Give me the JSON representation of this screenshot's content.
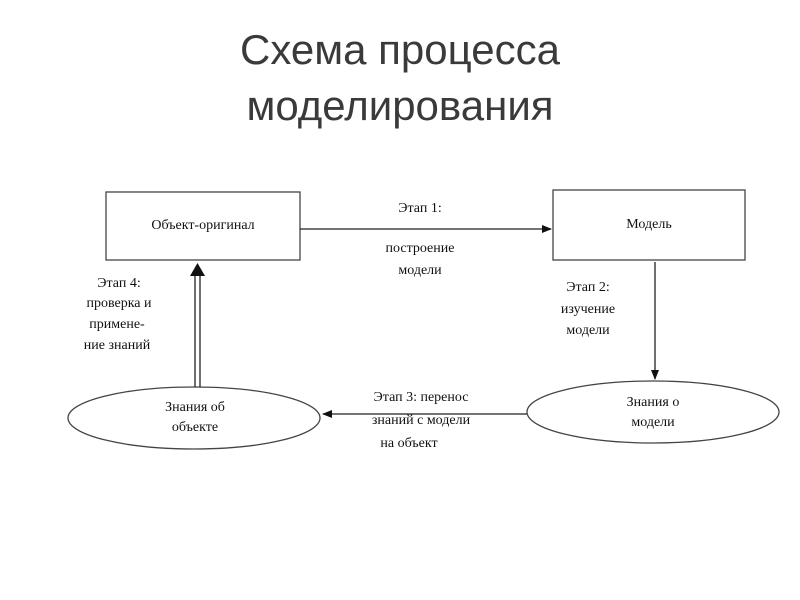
{
  "title": {
    "line1": "Схема процесса",
    "line2": "моделирования"
  },
  "nodes": {
    "object_original": "Объект-оригинал",
    "model": "Модель",
    "knowledge_model": {
      "line1": "Знания о",
      "line2": "модели"
    },
    "knowledge_object": {
      "line1": "Знания об",
      "line2": "объекте"
    }
  },
  "stages": {
    "stage1": {
      "line1": "Этап 1:",
      "line2": "построение",
      "line3": "модели"
    },
    "stage2": {
      "line1": "Этап 2:",
      "line2": "изучение",
      "line3": "модели"
    },
    "stage3": {
      "line1": "Этап 3: перенос",
      "line2": "знаний с модели",
      "line3": "на объект"
    },
    "stage4": {
      "line1": "Этап 4:",
      "line2": "проверка и",
      "line3": "примене-",
      "line4": "ние знаний"
    }
  }
}
